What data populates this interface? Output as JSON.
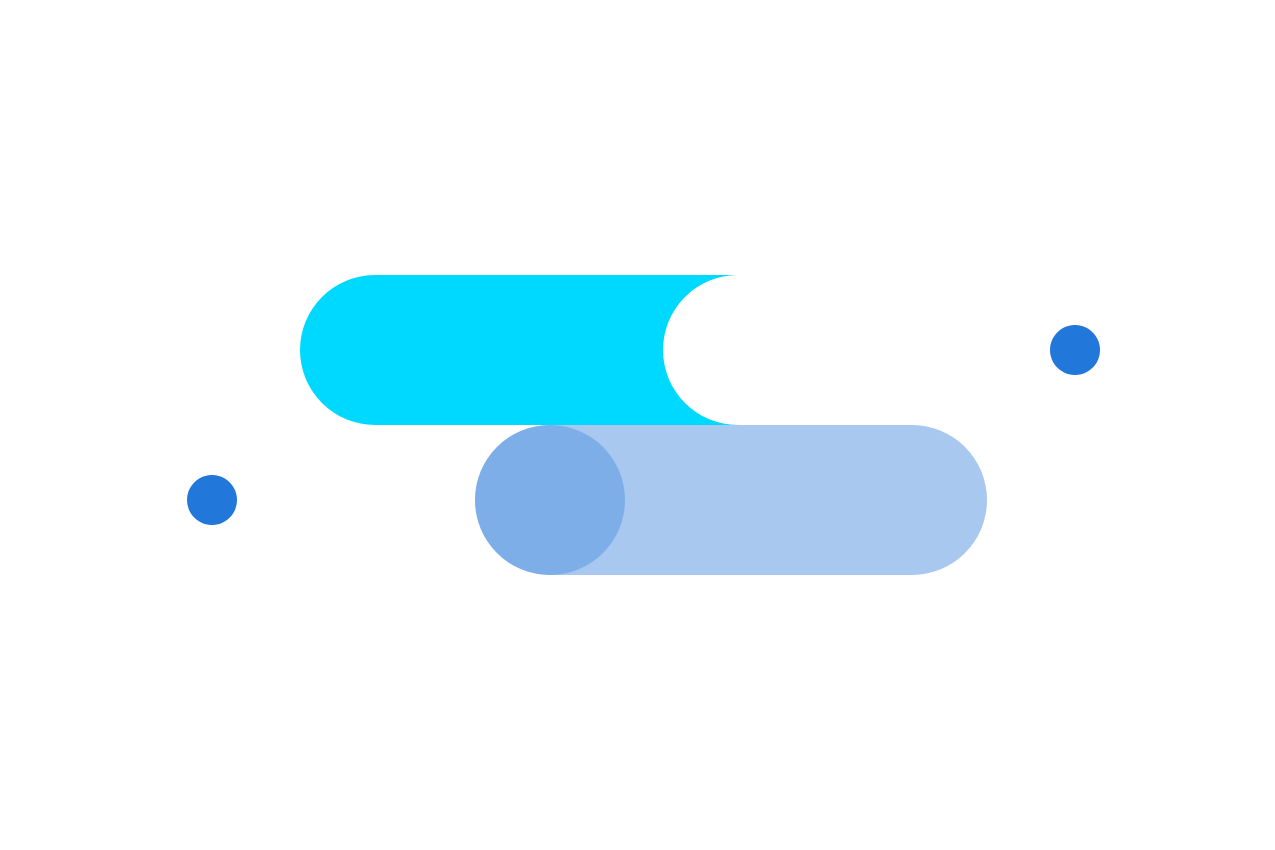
{
  "illustration": {
    "colors": {
      "background": "#ffffff",
      "upper_pill": "#00d9ff",
      "lower_pill": "#a8c8ef",
      "lower_pill_knob": "#7daee7",
      "dots": "#2277db"
    },
    "elements": [
      "upper-toggle-pill",
      "lower-toggle-pill",
      "left-dot",
      "right-dot"
    ]
  }
}
